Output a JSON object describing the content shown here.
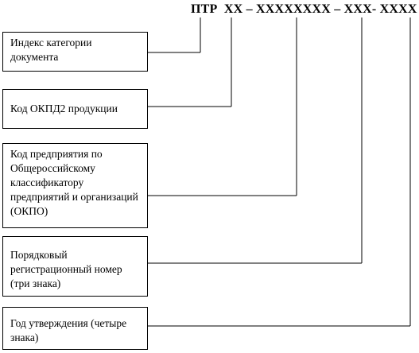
{
  "code": "ПТР  ХХ – ХХХХХХХХ – ХХХ- ХХХХ",
  "boxes": [
    {
      "label": "Индекс категории документа"
    },
    {
      "label": "Код ОКПД2 продукции"
    },
    {
      "label": "Код предприятия по Общероссийскому классификатору предприятий и организаций (ОКПО)"
    },
    {
      "label": "Порядковый регистрационный номер (три знака)"
    },
    {
      "label": "Год утверждения (четыре знака)"
    }
  ]
}
